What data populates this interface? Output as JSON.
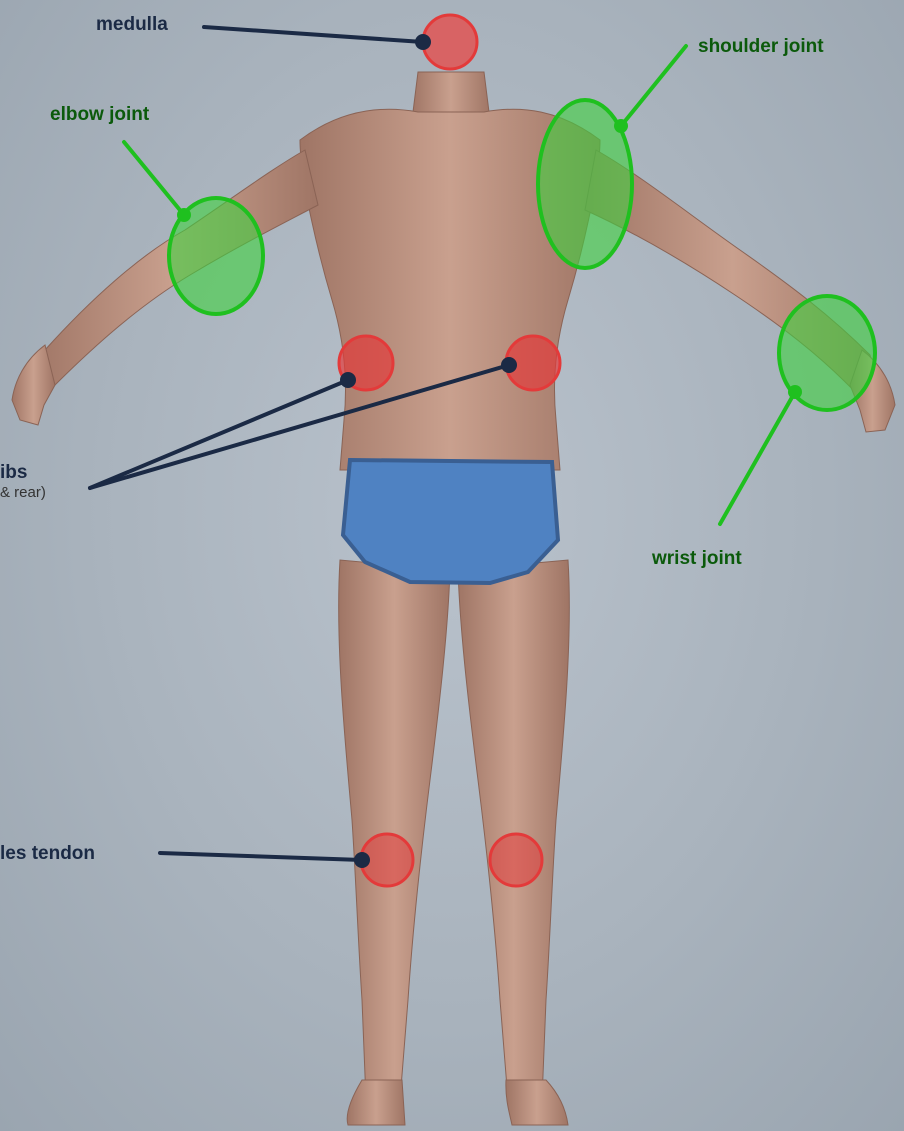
{
  "labels": {
    "medulla": "medulla",
    "shoulder_joint": "shoulder joint",
    "elbow_joint": "elbow joint",
    "wrist_joint": "wrist joint",
    "ribs": "ibs",
    "ribs_sub": "& rear)",
    "achilles": "les tendon"
  },
  "colors": {
    "green_zone": "#3fd23f",
    "red_zone": "#e33a3a",
    "navy_line": "#1b2a45",
    "underwear": "#4f82c2",
    "skin": "#c09583"
  }
}
